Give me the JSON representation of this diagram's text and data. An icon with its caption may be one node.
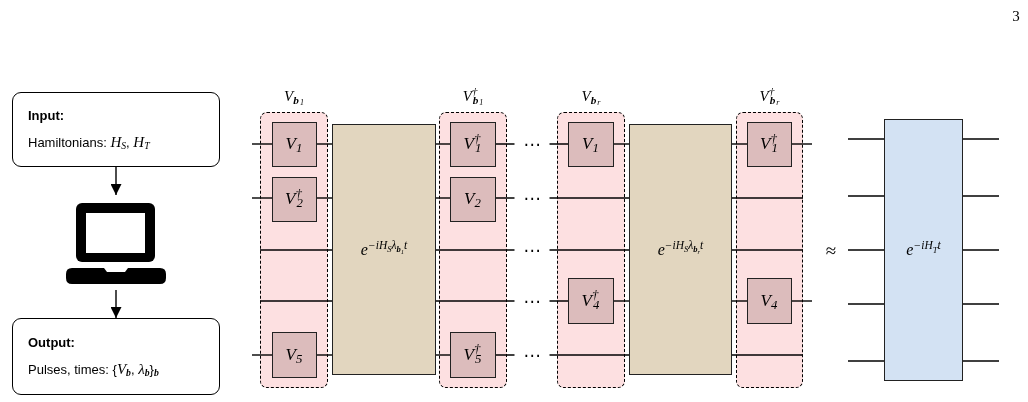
{
  "diagram": {
    "nodes": [
      {
        "text": [
          "Input:",
          "Hamiltonians: *H*$_{S}$, *H*$_{T}$"
        ]
      },
      {
        "text": [],
        "shape": "picture"
      },
      {
        "text": [
          "Output:",
          "Pulses, times: {*V*$_{b}$, *λ*$_{b}$}$_{b}$"
        ]
      },
      {
        "text": [
          "V$_{b}$$_{1}$"
        ]
      },
      {
        "text": [
          "V$_{1}$"
        ],
        "in": 3
      },
      {
        "text": [
          "V$^{†}$$_{2}$"
        ],
        "in": 3
      },
      {
        "text": [
          "V$_{5}$"
        ],
        "in": 3
      },
      {
        "text": [
          "e$^{−iH}$$_{S}$$^{λ}$$_{b}$$_{1}$$^{t}$"
        ]
      },
      {
        "text": [
          "V$^{†}$$_{b}$$_{1}$"
        ]
      },
      {
        "text": [
          "V$^{†}$$_{1}$"
        ],
        "in": 8
      },
      {
        "text": [
          "V$_{2}$"
        ],
        "in": 8
      },
      {
        "text": [
          "V$^{†}$$_{5}$"
        ],
        "in": 8
      },
      {
        "text": [
          "V$_{b}$$_{r}$"
        ]
      },
      {
        "text": [
          "V$_{1}$"
        ],
        "in": 12
      },
      {
        "text": [
          "V$^{†}$$_{4}$"
        ],
        "in": 12
      },
      {
        "text": [
          "e$^{−iH}$$_{S}$$^{λ}$$_{b}$$_{r}$$^{t}$"
        ]
      },
      {
        "text": [
          "V$^{†}$$_{b}$$_{r}$"
        ]
      },
      {
        "text": [
          "V$^{†}$$_{1}$"
        ],
        "in": 16
      },
      {
        "text": [
          "V$_{4}$"
        ],
        "in": 16
      },
      {
        "text": [
          "e$^{−iH}$$_{T}$$^{t}$"
        ]
      }
    ],
    "edges": [
      {
        "from": 0,
        "to": 1,
        "arrow": "to"
      },
      {
        "from": 1,
        "to": 2,
        "arrow": "to"
      },
      {
        "from": null,
        "to": 4,
        "arrow": "none"
      },
      {
        "from": 4,
        "to": 7,
        "arrow": "none"
      },
      {
        "from": 7,
        "to": 9,
        "arrow": "none"
      },
      {
        "from": 9,
        "to": 13,
        "arrow": "none",
        "label": "⋯"
      },
      {
        "from": 13,
        "to": 15,
        "arrow": "none"
      },
      {
        "from": 15,
        "to": 17,
        "arrow": "none"
      },
      {
        "from": 17,
        "to": null,
        "arrow": "none"
      },
      {
        "from": null,
        "to": 5,
        "arrow": "none"
      },
      {
        "from": 5,
        "to": 7,
        "arrow": "none"
      },
      {
        "from": 7,
        "to": 10,
        "arrow": "none"
      },
      {
        "from": 10,
        "to": 15,
        "arrow": "none",
        "label": "⋯"
      },
      {
        "from": 15,
        "to": 16,
        "arrow": "none"
      },
      {
        "from": 3,
        "to": 7,
        "arrow": "none"
      },
      {
        "from": 7,
        "to": 15,
        "arrow": "none",
        "label": "⋯"
      },
      {
        "from": 15,
        "to": 16,
        "arrow": "none"
      },
      {
        "from": 3,
        "to": 7,
        "arrow": "none"
      },
      {
        "from": 7,
        "to": 14,
        "arrow": "none",
        "label": "⋯"
      },
      {
        "from": 14,
        "to": 15,
        "arrow": "none"
      },
      {
        "from": 15,
        "to": 18,
        "arrow": "none"
      },
      {
        "from": 18,
        "to": null,
        "arrow": "none"
      },
      {
        "from": null,
        "to": 6,
        "arrow": "none"
      },
      {
        "from": 6,
        "to": 7,
        "arrow": "none"
      },
      {
        "from": 7,
        "to": 11,
        "arrow": "none"
      },
      {
        "from": 11,
        "to": 15,
        "arrow": "none",
        "label": "⋯"
      },
      {
        "from": 15,
        "to": 16,
        "arrow": "none"
      },
      {
        "from": null,
        "to": 19,
        "arrow": "none"
      },
      {
        "from": null,
        "to": 19,
        "arrow": "none"
      },
      {
        "from": null,
        "to": 19,
        "arrow": "none"
      },
      {
        "from": null,
        "to": 19,
        "arrow": "none"
      },
      {
        "from": null,
        "to": 19,
        "arrow": "none"
      },
      {
        "from": 19,
        "to": null,
        "arrow": "none"
      },
      {
        "from": 19,
        "to": null,
        "arrow": "none"
      },
      {
        "from": 19,
        "to": null,
        "arrow": "none"
      },
      {
        "from": 19,
        "to": null,
        "arrow": "none"
      },
      {
        "from": 19,
        "to": null,
        "arrow": "none"
      }
    ],
    "labels": [
      "3",
      "≈"
    ]
  }
}
